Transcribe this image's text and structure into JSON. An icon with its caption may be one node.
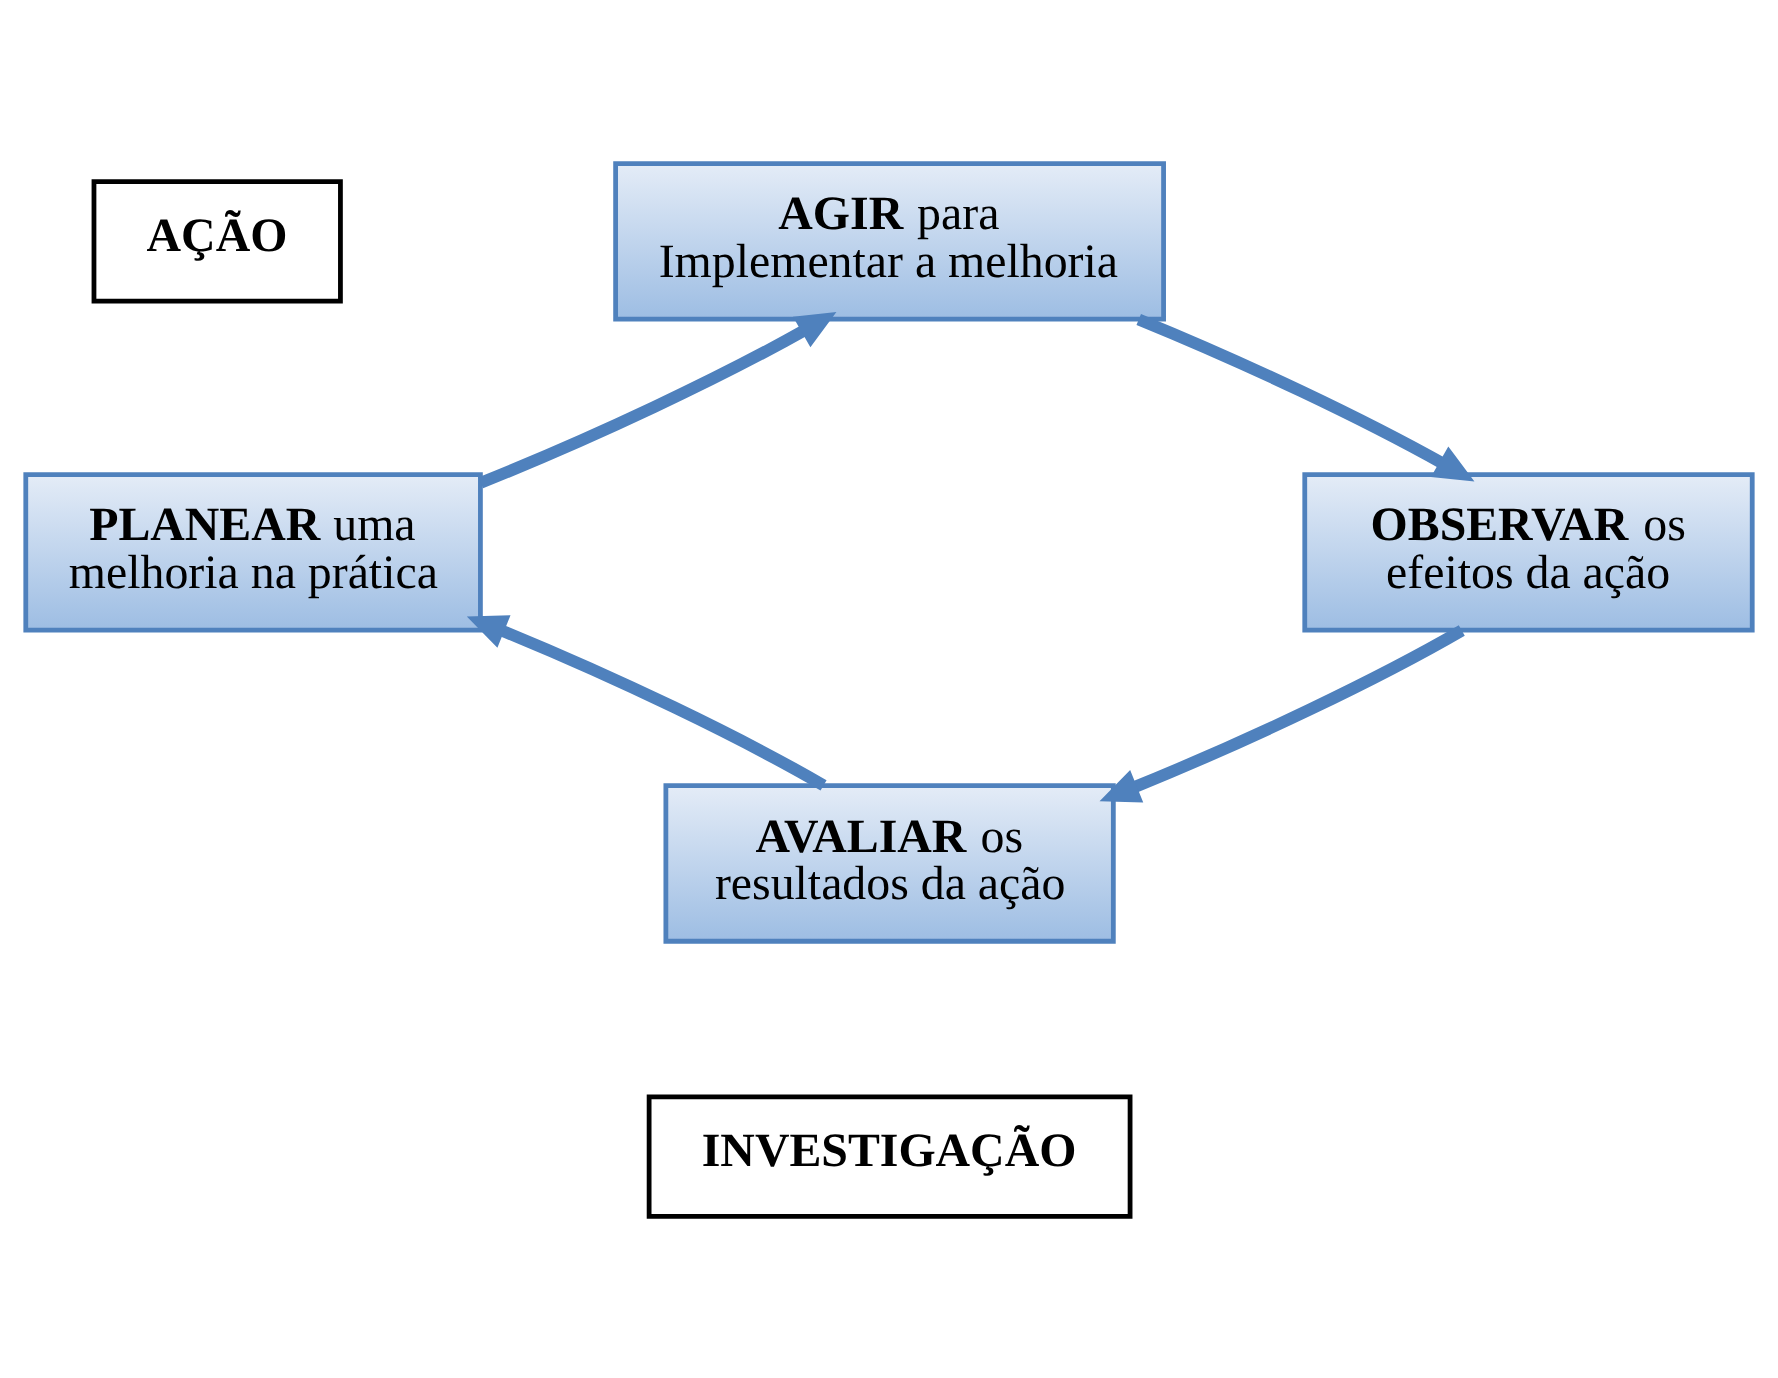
{
  "diagram": {
    "nodes": [
      {
        "text": [
          "**AÇÃO**"
        ]
      },
      {
        "text": [
          "**AGIR** para Implementar a melhoria"
        ]
      },
      {
        "text": [
          "**PLANEAR** uma melhoria na prática"
        ]
      },
      {
        "text": [
          "**OBSERVAR** os efeitos da ação"
        ]
      },
      {
        "text": [
          "**AVALIAR** os resultados da ação"
        ]
      },
      {
        "text": [
          "**INVESTIGAÇÃO**"
        ]
      }
    ],
    "edges": [
      {
        "from": 1,
        "to": 3,
        "arrow": "to"
      },
      {
        "from": 3,
        "to": 4,
        "arrow": "to"
      },
      {
        "from": 4,
        "to": 2,
        "arrow": "to"
      },
      {
        "from": 2,
        "to": 1,
        "arrow": "to"
      }
    ]
  }
}
